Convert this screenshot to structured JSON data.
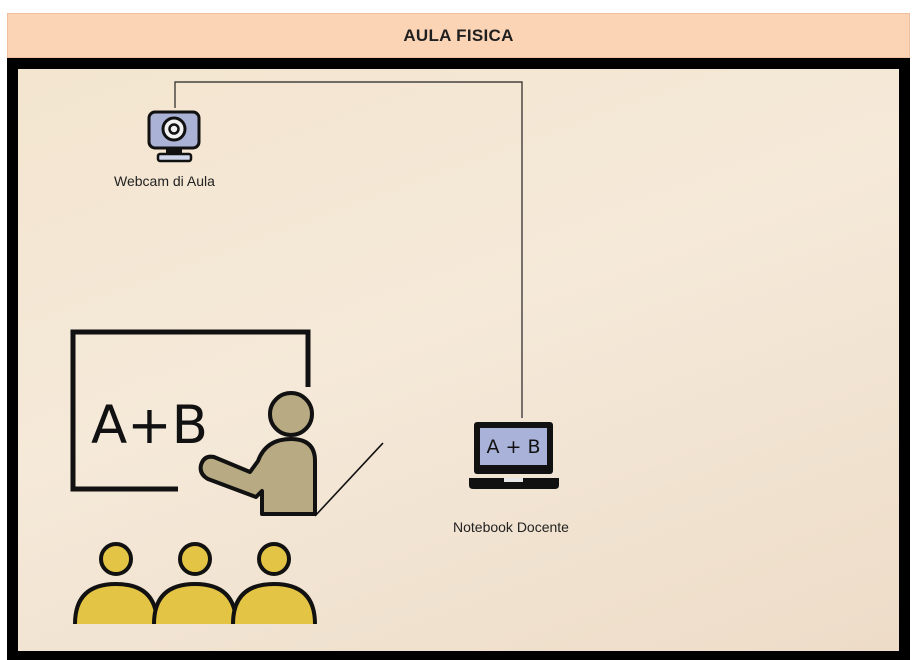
{
  "diagram": {
    "title": "AULA FISICA",
    "nodes": {
      "webcam": {
        "label": "Webcam di Aula",
        "icon": "webcam-icon"
      },
      "notebook": {
        "label": "Notebook Docente",
        "icon": "laptop-icon",
        "screen_text": "A + B"
      },
      "board": {
        "text": "A+B",
        "icon": "teacher-blackboard-icon"
      },
      "students": {
        "icon": "students-icon"
      }
    },
    "edges": [
      {
        "from": "webcam",
        "to": "notebook"
      }
    ],
    "colors": {
      "title_bg": "#fbd4b5",
      "room_border": "#000000",
      "room_bg": "#f3e5cf",
      "teacher": "#b8aa82",
      "students": "#e4c444",
      "screen": "#a9b2d8"
    }
  }
}
